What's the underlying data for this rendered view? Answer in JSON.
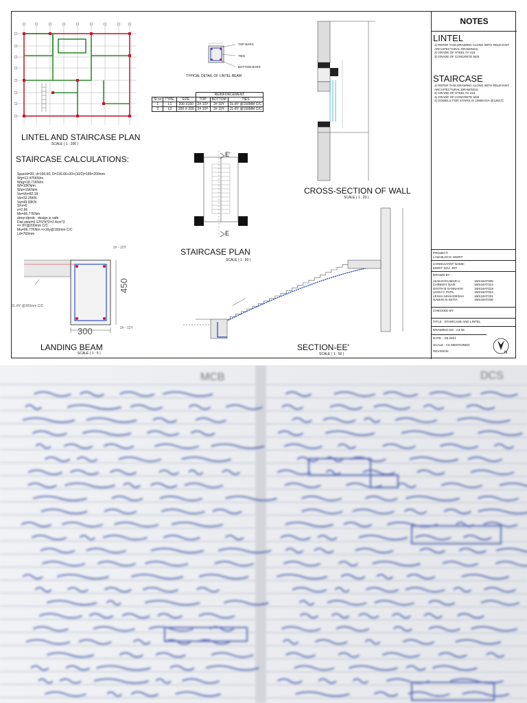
{
  "sheet": {
    "plan": {
      "title": "LINTEL AND STAIRCASE PLAN",
      "scale": "SCALE ( 1 : 200 )"
    },
    "lintel_detail": {
      "caption": "TYPICAL DETAIL OF LINTEL BEAM",
      "labels": [
        "TOP BARS",
        "TIES",
        "BOTTOM BARS"
      ]
    },
    "reinforcement_table": {
      "group_header": "REINFORCEMENT",
      "headers": [
        "Sl no",
        "TYPE.",
        "SIZE.",
        "TOP",
        "BOTTOM",
        "TIES"
      ],
      "rows": [
        [
          "1",
          "L1",
          "200 X150",
          "2# 10Y",
          "2# 10Y",
          "2L-8Y @150MM C/C"
        ],
        [
          "2",
          "L2",
          "200 X 200",
          "2# 10Y",
          "2# 10Y",
          "2L-8Y @150MM C/C"
        ]
      ]
    },
    "calculations": {
      "title": "STAIRCASE CALCULATIONS:",
      "lines": [
        "Span/d=30; d=156.66; D=156.66+20+(10/2)=185=200mm",
        "Wg=12.475KN/m",
        "Wug=18.71KN/m",
        "Wl=10KN/m",
        "Wul=15KN/m",
        "Va=Vb=82.18",
        "Vb=32.25KN",
        "Va=49.93KN",
        "SFx=0",
        "x=2.66",
        "Mx=66.77KNm",
        "dreq<dprob : design is safe",
        "Dist.steel=0.12%*b*D=2.4cm^2",
        "=> 8Y@200mm C/C",
        "Mu=66.77KNm =>16y@160mm C/C",
        "Ld=760mm"
      ]
    },
    "stair_plan": {
      "title": "STAIRCASE PLAN",
      "scale": "SCALE ( 1 : 50 )",
      "mark_top": "E'",
      "mark_bottom": "E"
    },
    "wall_section": {
      "title": "CROSS-SECTION OF WALL",
      "scale": "SCALE ( 1 : 20 )"
    },
    "landing_beam": {
      "title": "LANDING BEAM",
      "scale": "SCALE ( 1 : 5 )",
      "width": "300",
      "depth": "450",
      "top_label": "2# - 10Y",
      "bottom_label": "2# - 12Y",
      "ties_label": "2L-8Y @300mm C/C"
    },
    "section_ee": {
      "title": "SECTION-EE'",
      "scale": "SCALE ( 1 : 50 )"
    },
    "notes": {
      "header": "NOTES",
      "lintel_title": "LINTEL",
      "lintel_items": [
        "1)  REFER THIS DRAWING ALONG WITH RELEVANT",
        "     ARCHITECTURAL DRAWINGS.",
        "2)  GRADE OF STEEL Fe 415",
        "3)  GRADE OF CONCRETE M20"
      ],
      "staircase_title": "STAIRCASE",
      "staircase_items": [
        "1)   REFER THIS DRAWING ALONG WITH RELEVANT",
        "      ARCHITECTURAL DRAWINGS.",
        "2)   GRADE OF STEEL Fe 415",
        "3)   GRADE OF CONCRETE M20",
        "4)   DOWELS FOR STAIRS IS 10MM DIA @125C/C"
      ]
    },
    "title_block": {
      "project_label": "PROJECT:",
      "project": "LAW BLOCK: MSRIT",
      "consultant_label": "CONSULTANT NAME:",
      "consultant": "MSRIT SOA -RIT",
      "drawn_by_label": "DRAWN BY :",
      "drawn_by": [
        [
          "AKSHAYKUMAR U",
          "1MS18AT005"
        ],
        [
          "CHINMAY NAIK",
          "1MS18AT013"
        ],
        [
          "DIXITH B SANNAKKI",
          "1MS18AT019"
        ],
        [
          "JANVI C PATIL",
          "1MS18AT024"
        ],
        [
          "LESHA MAHADESHA",
          "1MS18AT031"
        ],
        [
          "NAMAN N SETIA",
          "1MS18AT036"
        ]
      ],
      "checked_by_label": "CHECKED BY:",
      "title": "TITLE : STAIRCASE AND LINTEL",
      "drawing_no": "DRAWING NO : A3  05",
      "date": "DATE :  .05.2021",
      "scale": "SCALE : AS MENTIONED",
      "revision": "REVISION:",
      "north": "N"
    }
  },
  "notebook": {
    "left_page_label": "MCB",
    "right_page_label": "DCS"
  }
}
